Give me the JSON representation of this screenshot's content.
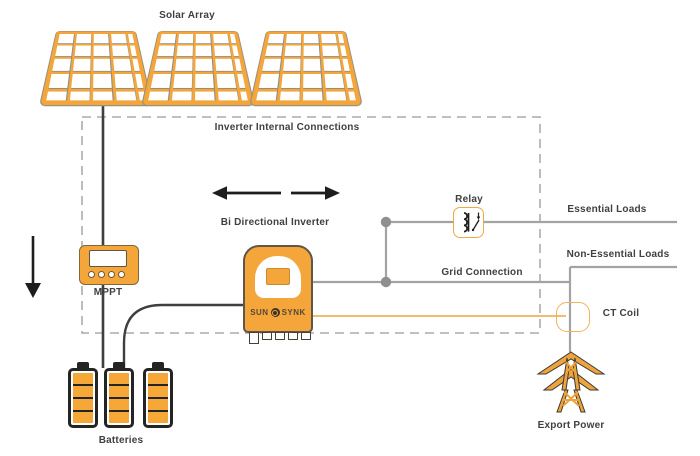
{
  "diagram": {
    "labels": {
      "solar_array": "Solar Array",
      "inverter_internal_connections": "Inverter Internal Connections",
      "bi_directional_inverter": "Bi Directional Inverter",
      "mppt": "MPPT",
      "relay": "Relay",
      "grid_connection": "Grid Connection",
      "essential_loads": "Essential Loads",
      "non_essential_loads": "Non-Essential Loads",
      "ct_coil": "CT Coil",
      "export_power": "Export Power",
      "batteries": "Batteries",
      "logo_sun": "SUN",
      "logo_synk": "SYNK"
    },
    "colors": {
      "orange": "#F5A63B",
      "light_orange_line": "#F2BC6C",
      "gray_line": "#A3A3A3",
      "dark_line": "#3F3F3F",
      "outline_dark": "#242424",
      "text": "#404040",
      "dashed_border": "#ACACAC",
      "panel_grid_dark": "#8E8E88"
    },
    "icons": [
      "solar-panel-icon",
      "mppt-icon",
      "inverter-icon",
      "sunsynk-logo-icon",
      "relay-icon",
      "ct-coil-icon",
      "battery-icon",
      "transmission-tower-icon",
      "down-arrow-icon",
      "bidirectional-arrow-icon",
      "junction-dot-icon"
    ]
  }
}
